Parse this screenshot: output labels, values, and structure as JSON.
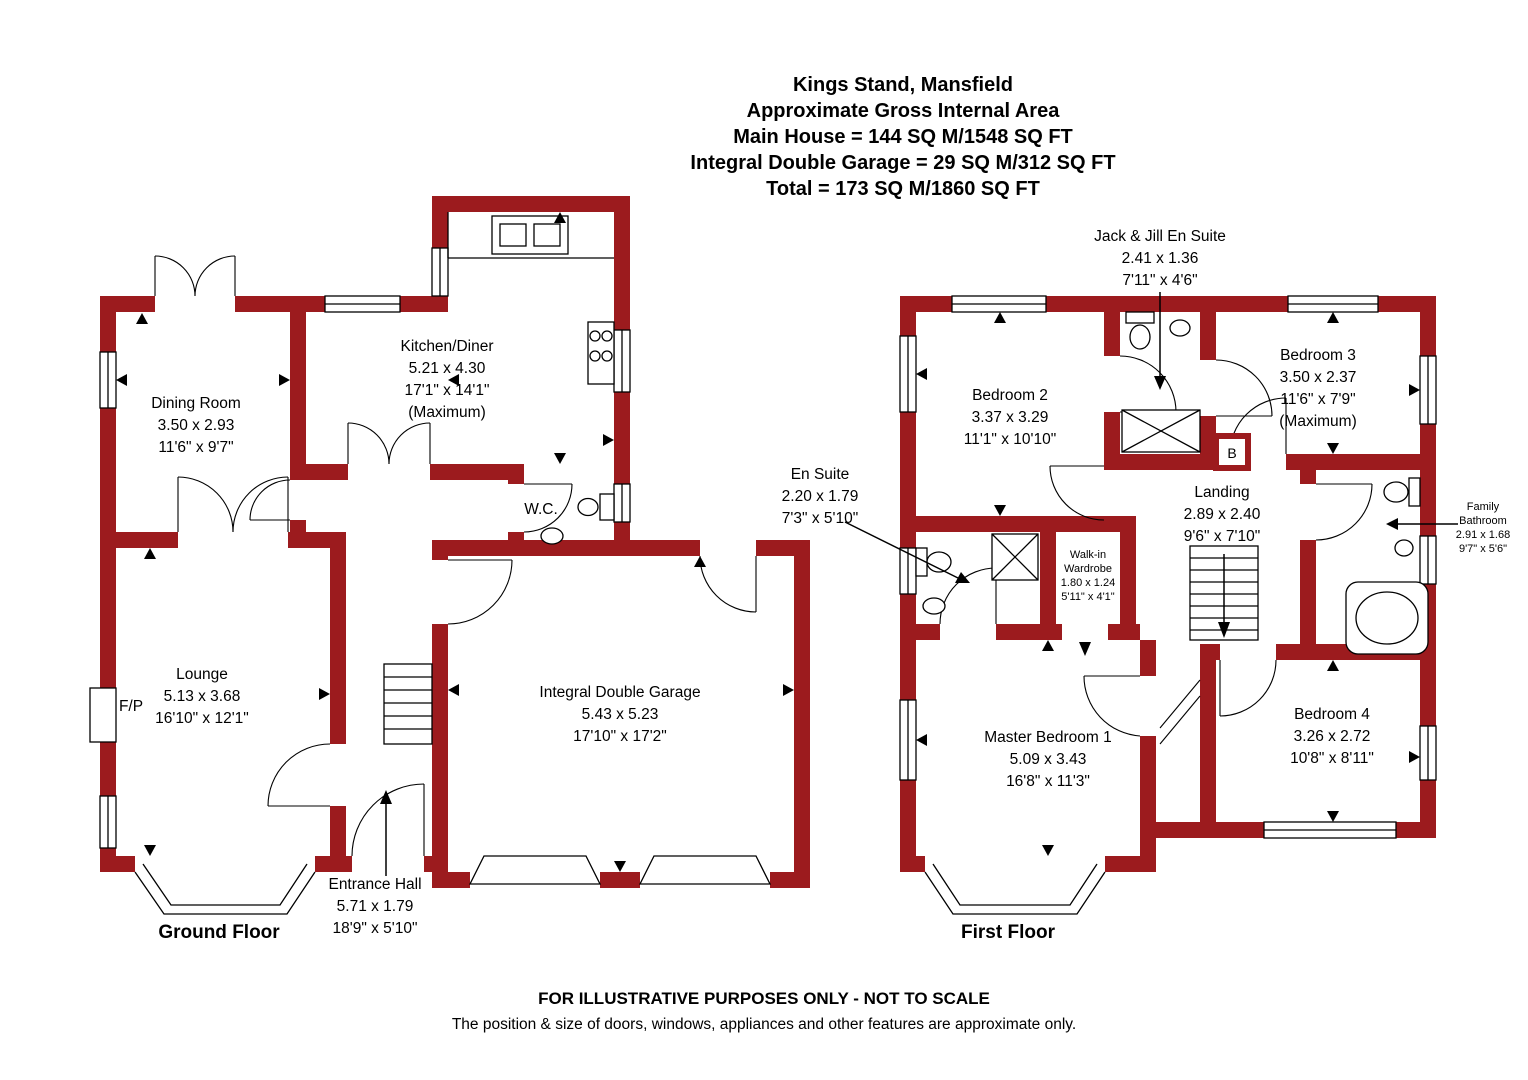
{
  "colors": {
    "wall": "#9c1b1e",
    "line": "#000000"
  },
  "icons": {
    "measure_arrow": "▲",
    "direction_arrow": "↑"
  },
  "title_block": {
    "lines": [
      "Kings Stand, Mansfield",
      "Approximate Gross Internal Area",
      "Main House = 144 SQ M/1548 SQ FT",
      "Integral Double Garage = 29 SQ M/312 SQ FT",
      "Total = 173 SQ M/1860 SQ FT"
    ]
  },
  "ground_floor": {
    "label": "Ground Floor",
    "rooms": {
      "dining": {
        "name": "Dining Room",
        "metric": "3.50 x 2.93",
        "imperial": "11'6\" x 9'7\""
      },
      "kitchen": {
        "name": "Kitchen/Diner",
        "metric": "5.21 x 4.30",
        "imperial": "17'1\" x 14'1\"",
        "note": "(Maximum)"
      },
      "wc": {
        "name": "W.C."
      },
      "lounge": {
        "name": "Lounge",
        "metric": "5.13 x 3.68",
        "imperial": "16'10\" x 12'1\""
      },
      "fireplace": {
        "name": "F/P"
      },
      "garage": {
        "name": "Integral Double Garage",
        "metric": "5.43 x 5.23",
        "imperial": "17'10\" x 17'2\""
      },
      "entrance": {
        "name": "Entrance Hall",
        "metric": "5.71 x 1.79",
        "imperial": "18'9\" x 5'10\""
      }
    }
  },
  "first_floor": {
    "label": "First Floor",
    "rooms": {
      "jack_and_jill": {
        "name": "Jack & Jill En Suite",
        "metric": "2.41 x 1.36",
        "imperial": "7'11\" x 4'6\""
      },
      "bedroom2": {
        "name": "Bedroom 2",
        "metric": "3.37 x 3.29",
        "imperial": "11'1\" x 10'10\""
      },
      "bedroom3": {
        "name": "Bedroom 3",
        "metric": "3.50 x 2.37",
        "imperial": "11'6\" x 7'9\"",
        "note": "(Maximum)"
      },
      "en_suite": {
        "name": "En Suite",
        "metric": "2.20 x 1.79",
        "imperial": "7'3\" x 5'10\""
      },
      "landing": {
        "name": "Landing",
        "metric": "2.89 x 2.40",
        "imperial": "9'6\" x 7'10\""
      },
      "wardrobe": {
        "name": "Walk-in Wardrobe",
        "metric": "1.80 x 1.24",
        "imperial": "5'11\" x 4'1\""
      },
      "family_bathroom": {
        "name": "Family Bathroom",
        "metric": "2.91 x 1.68",
        "imperial": "9'7\" x 5'6\""
      },
      "master": {
        "name": "Master Bedroom 1",
        "metric": "5.09 x 3.43",
        "imperial": "16'8\" x 11'3\""
      },
      "bedroom4": {
        "name": "Bedroom 4",
        "metric": "3.26 x 2.72",
        "imperial": "10'8\" x 8'11\""
      },
      "boiler": {
        "name": "B"
      }
    }
  },
  "footer": {
    "line1": "FOR ILLUSTRATIVE PURPOSES ONLY - NOT TO SCALE",
    "line2": "The position & size of doors, windows, appliances and other features are approximate only."
  }
}
